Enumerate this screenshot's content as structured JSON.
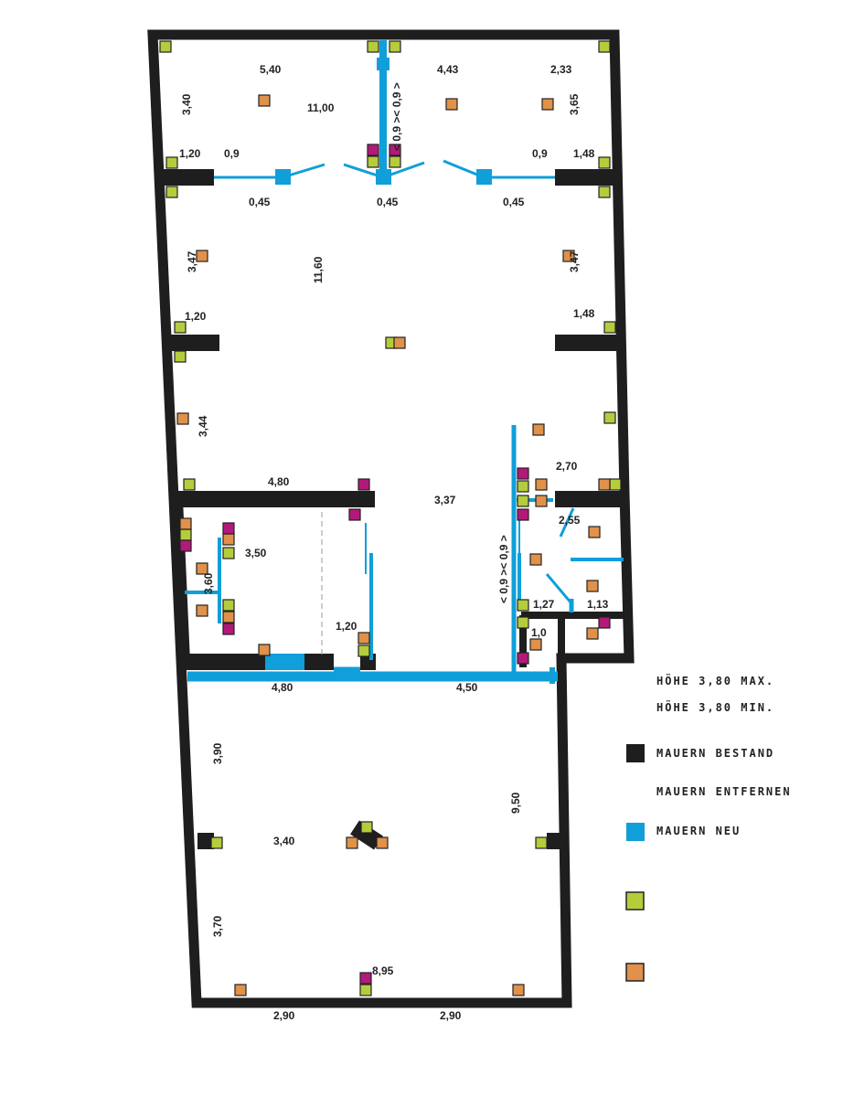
{
  "colors": {
    "existing_wall": "#1e1e1e",
    "new_wall": "#109fd8",
    "marker_green": "#b5cc3c",
    "marker_orange": "#e0914a",
    "marker_magenta": "#b2197a"
  },
  "legend": {
    "height_max": "HÖHE 3,80 MAX.",
    "height_min": "HÖHE 3,80 MIN.",
    "walls_existing": "MAUERN BESTAND",
    "walls_remove": "MAUERN ENTFERNEN",
    "walls_new": "MAUERN NEU"
  },
  "dimensions": {
    "top_left_width": "5,40",
    "top_mid_width": "4,43",
    "top_right_width": "2,33",
    "top_total": "11,00",
    "top_left_height": "3,40",
    "top_right_height": "3,65",
    "left_stub_1": "1,20",
    "door_left": "0,9",
    "door_right": "0,9",
    "right_stub_1": "1,48",
    "gap_1": "0,45",
    "gap_2": "0,45",
    "gap_3": "0,45",
    "center_doors": "< 0,9 >< 0,9 >",
    "mid_left_height": "3,47",
    "mid_right_height": "3,47",
    "mid_length": "11,60",
    "left_stub_2": "1,20",
    "right_stub_2": "1,48",
    "lower_left_height": "3,44",
    "wall_480_top": "4,80",
    "corridor": "3,37",
    "room_270": "2,70",
    "room_255": "2,55",
    "room_127": "1,27",
    "room_113": "1,13",
    "room_10": "1,0",
    "room_350": "3,50",
    "room_360": "3,60",
    "room_120": "1,20",
    "side_doors": "< 0,9 >< 0,9 >",
    "wall_480_bottom": "4,80",
    "wall_450": "4,50",
    "bottom_390": "3,90",
    "bottom_340": "3,40",
    "bottom_950": "9,50",
    "bottom_370": "3,70",
    "bottom_895": "8,95",
    "bottom_left_290": "2,90",
    "bottom_right_290": "2,90"
  }
}
